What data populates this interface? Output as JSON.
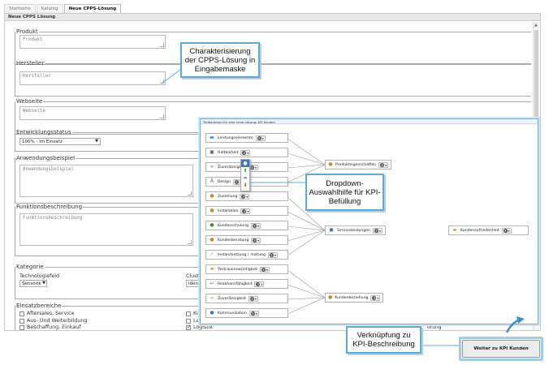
{
  "tabs": [
    "Startseite",
    "Katalog",
    "Neue CPPS-Lösung"
  ],
  "panel_title": "Neue CPPS Lösung",
  "form": {
    "produkt": {
      "legend": "Produkt",
      "placeholder": "Produkt"
    },
    "hersteller": {
      "legend": "Hersteller",
      "placeholder": "Hersteller"
    },
    "webseite": {
      "legend": "Webseite",
      "placeholder": "Webseite"
    },
    "entwicklungsstatus": {
      "legend": "Entwicklungsstatus",
      "value": "100% - Im Einsatz"
    },
    "anwendungsbeispiel": {
      "legend": "Anwendungsbeispiel",
      "placeholder": "Anwendungsbeispiel"
    },
    "funktionsbeschreibung": {
      "legend": "Funktionsbeschreibung",
      "placeholder": "Funktionsbeschreibung"
    },
    "kategorie": {
      "legend": "Kategorie",
      "technologiefeld_label": "Technologiefeld",
      "technologiefeld_value": "Sensorik",
      "cluster_label": "Cluste",
      "cluster_value": "Identi"
    },
    "einsatzbereiche": {
      "legend": "Einsatzbereiche",
      "col1": [
        "Aftersales, Service",
        "Aus- Und Weiterbildung",
        "Beschaffung, Einkauf"
      ],
      "col2": [
        "Ku",
        "La",
        "Logistik"
      ],
      "col2_checked": [
        false,
        false,
        true
      ],
      "extra": "orung"
    }
  },
  "callouts": {
    "charakterisierung": "Charakterisierung der CPPS-Lösung in Eingabemaske",
    "dropdown": "Dropdown-Auswahlhilfe für KPI-Befüllung",
    "verknuepfung": "Verknüpfung zu KPI-Beschreibung"
  },
  "popup": {
    "title": "Treiberbaum für eine neue Lösung: KPI Kunden",
    "left_nodes": [
      "Leistungselemente",
      "Haltbarkeit",
      "Zuverlässigkeit",
      "Design",
      "Zustellung",
      "Installation",
      "Kundenschulung",
      "Kundenberatung",
      "Instandsetzung / -haltung",
      "Vertrauenswürdigkeit",
      "Reaktionsfähigkeit",
      "Zuverlässigkeit",
      "Kommunikation"
    ],
    "mid_nodes": [
      "Produkteigenschaften",
      "Serviceleistungen",
      "Kundenbeziehung"
    ],
    "right_node": "Kundenzufriedenheit"
  },
  "button_label": "Weiter zu KPI Kunden"
}
